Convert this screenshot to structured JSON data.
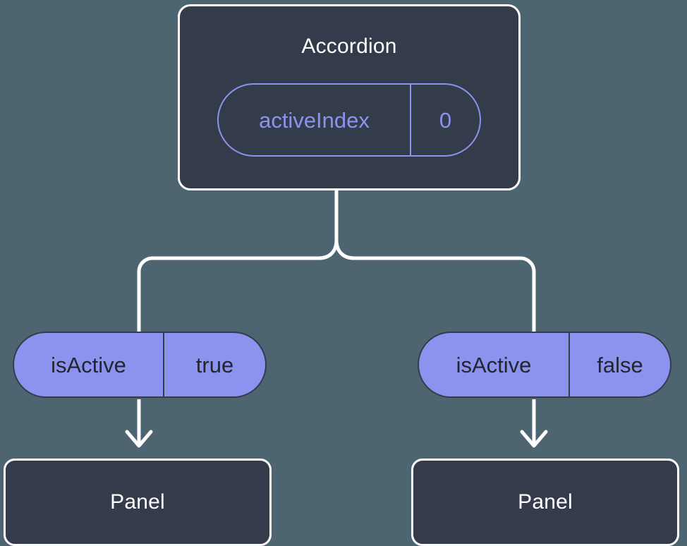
{
  "diagram": {
    "type": "component-state-tree",
    "background_color": "#4c6570",
    "node_fill_color": "#343b4a",
    "node_border_color": "#ffffff",
    "accent_color": "#8b93ee",
    "connector_color": "#ffffff",
    "root": {
      "title": "Accordion",
      "state_pill": {
        "key": "activeIndex",
        "value": "0",
        "style": "outlined"
      }
    },
    "branches": [
      {
        "side": "left",
        "prop_pill": {
          "key": "isActive",
          "value": "true",
          "style": "filled"
        },
        "child": {
          "title": "Panel"
        }
      },
      {
        "side": "right",
        "prop_pill": {
          "key": "isActive",
          "value": "false",
          "style": "filled"
        },
        "child": {
          "title": "Panel"
        }
      }
    ]
  }
}
